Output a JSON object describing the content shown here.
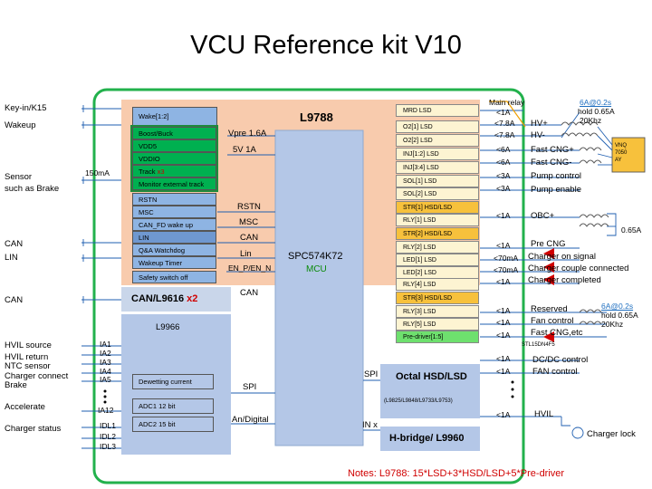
{
  "title": "VCU Reference kit V10",
  "notes": "Notes: L9788: 15*LSD+3*HSD/LSD+5*Pre-driver",
  "left_inputs": {
    "key_in": "Key-in/K15",
    "wakeup": "Wakeup",
    "sensor": "Sensor",
    "sensor2": "such as Brake",
    "current": "150mA",
    "can": "CAN",
    "lin": "LIN",
    "can2": "CAN",
    "hvil_source": "HVIL source",
    "hvil_return": "HVIL return",
    "ntc": "NTC sensor",
    "charger_connect": "Charger connect",
    "brake": "Brake",
    "accelerate": "Accelerate",
    "charger_status": "Charger status"
  },
  "pins": [
    "IA1",
    "IA2",
    "IA3",
    "IA4",
    "IA5",
    "IA12",
    "IDL1",
    "IDL2",
    "IDL3"
  ],
  "l9788": {
    "title": "L9788",
    "left_items": [
      "Wake[1:2]",
      "Boost/Buck",
      "VDD5",
      "VDDIO",
      "Track",
      "Monitor external track",
      "RSTN",
      "MSC",
      "CAN_FD wake up",
      "LIN",
      "Q&A Watchdog",
      "Wakeup Timer",
      "Safety switch off"
    ],
    "track_mult": "x3",
    "outputs": [
      "MRD  LSD",
      "O2[1] LSD",
      "O2[2] LSD",
      "INJ[1:2] LSD",
      "INJ[3:4]  LSD",
      "SOL[1] LSD",
      "SOL[2] LSD",
      "STR[1] HSD/LSD",
      "RLY[1] LSD",
      "STR[2] HSD/LSD",
      "RLY[2] LSD",
      "LED[1]  LSD",
      "LED[2]  LSD",
      "RLY[4]  LSD",
      "STR[3] HSD/LSD",
      "RLY[3] LSD",
      "RLY[5] LSD",
      "Pre-driver[1:5]"
    ]
  },
  "mcu": {
    "name": "SPC574K72",
    "label": "MCU",
    "signals": [
      "Vpre 1.6A",
      "5V 1A",
      "RSTN",
      "MSC",
      "CAN",
      "Lin",
      "EN_P/EN_N",
      "CAN",
      "SPI",
      "An/Digital",
      "SPI",
      "IN x"
    ]
  },
  "can_chip": {
    "name": "CAN/L9616",
    "mult": "x2"
  },
  "l9966": {
    "name": "L9966",
    "items": [
      "Dewetting current",
      "ADC1 12 bit",
      "ADC2 15 bit"
    ]
  },
  "octal": {
    "name": "Octal HSD/LSD",
    "parts": "(L9825/L9848/L9733/L9753)"
  },
  "hbridge": {
    "name": "H-bridge/ L9960"
  },
  "outputs_right": {
    "main_relay": "Main relay",
    "currents": [
      "<1A",
      "<7.8A",
      "<7.8A",
      "<6A",
      "<6A",
      "<3A",
      "<3A",
      "<1A",
      "<1A",
      "<70mA",
      "<70mA",
      "<1A",
      "<1A",
      "<1A",
      "<1A",
      "<1A",
      "<1A",
      "<1A"
    ],
    "loads": [
      "HV+",
      "HV-",
      "Fast CNG+",
      "Fast CNG-",
      "Pump control",
      "Pump enable",
      "OBC+",
      "Pre CNG",
      "Charger on signal",
      "Charger couple connected",
      "Charger completed",
      "Reserved",
      "Fan control",
      "Fast CNG,etc",
      "DC/DC control",
      "FAN control",
      "HVIL",
      "Charger lock"
    ],
    "pwm1": "6A@0.2s",
    "hold1": "hold 0.65A",
    "freq1": "20Khz",
    "vnq": [
      "VNQ",
      "7050",
      "AY"
    ],
    "coil_current": "0.65A",
    "pwm2": "6A@0.2s",
    "hold2": "hold 0.65A",
    "freq2": "20Khz",
    "mosfet": "STL15DN4F5"
  },
  "colors": {
    "board": "#22b14c",
    "l9788_bg": "#f8cbad",
    "blue_box": "#b4c7e7",
    "green_item": "#00b050",
    "item_blue": "#8eb4e3",
    "notes": "#e00000"
  }
}
